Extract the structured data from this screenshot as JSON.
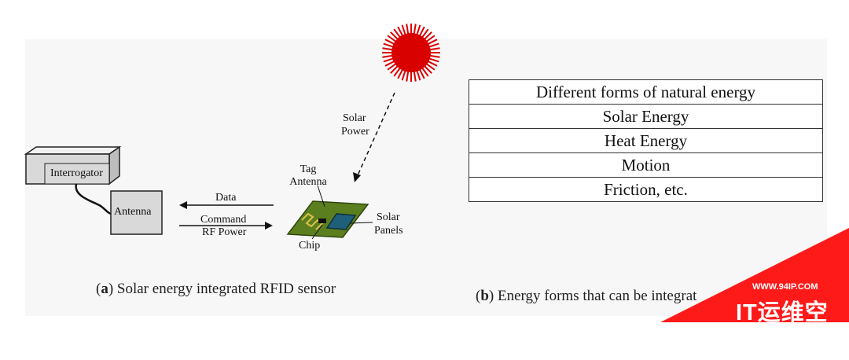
{
  "diagram_a": {
    "interrogator_label": "Interrogator",
    "antenna_label": "Antenna",
    "data_label": "Data",
    "command_label": "Command",
    "rf_power_label": "RF Power",
    "solar_label": "Solar",
    "power_label": "Power",
    "tag_label": "Tag",
    "tag_antenna_label": "Antenna",
    "chip_label": "Chip",
    "solar_panels_line1": "Solar",
    "solar_panels_line2": "Panels",
    "caption_letter": "a",
    "caption_text": "Solar energy integrated RFID sensor",
    "colors": {
      "sun": "#d90000",
      "tag_board": "#5b7f1e",
      "panel": "#1f5f7a",
      "box": "#d9d9d9"
    }
  },
  "table_b": {
    "header": "Different forms of natural energy",
    "rows": [
      "Solar Energy",
      "Heat Energy",
      "Motion",
      "Friction, etc."
    ],
    "caption_letter": "b",
    "caption_text": "Energy forms that can be integrat"
  },
  "watermark": {
    "url": "WWW.94IP.COM",
    "name": "IT运维空间",
    "color": "#ff1a1a"
  }
}
